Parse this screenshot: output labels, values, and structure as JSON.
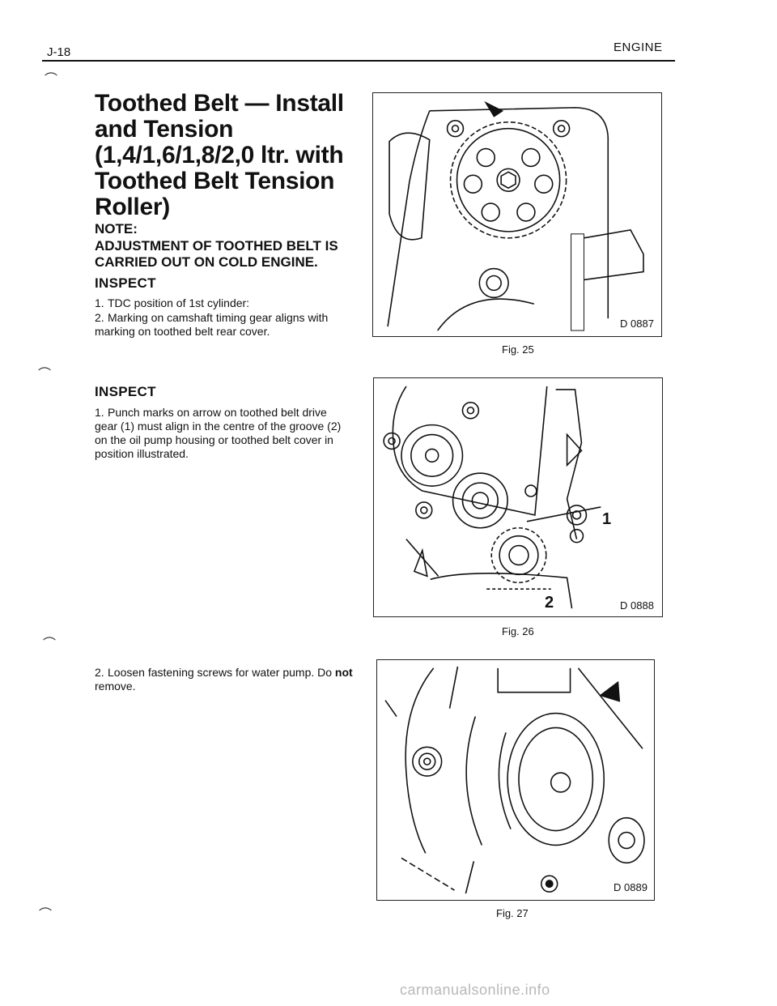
{
  "header": {
    "page_number": "J-18",
    "section": "ENGINE"
  },
  "title": "Toothed Belt — Install and Tension (1,4/1,6/1,8/2,0 ltr. with Toothed Belt Tension Roller)",
  "note": {
    "label": "NOTE:",
    "text": "ADJUSTMENT OF TOOTHED BELT IS CARRIED OUT ON COLD ENGINE."
  },
  "inspect_1": {
    "heading": "INSPECT",
    "steps": [
      "TDC position of 1st cylinder:",
      "Marking on camshaft timing gear aligns with marking on toothed belt rear cover."
    ]
  },
  "inspect_2": {
    "heading": "INSPECT",
    "steps": [
      "Punch marks on arrow on toothed belt drive gear (1) must align in the centre of the groove (2) on the oil pump housing or toothed belt cover in position illustrated."
    ]
  },
  "loosen": {
    "number": "2.",
    "text_before": "Loosen fastening screws for water pump. Do ",
    "emphasis": "not",
    "text_after": " remove."
  },
  "figures": [
    {
      "code": "D 0887",
      "caption": "Fig. 25"
    },
    {
      "code": "D 0888",
      "caption": "Fig. 26",
      "callouts": [
        "1",
        "2"
      ]
    },
    {
      "code": "D 0889",
      "caption": "Fig. 27"
    }
  ],
  "watermark": "carmanualsonline.info"
}
